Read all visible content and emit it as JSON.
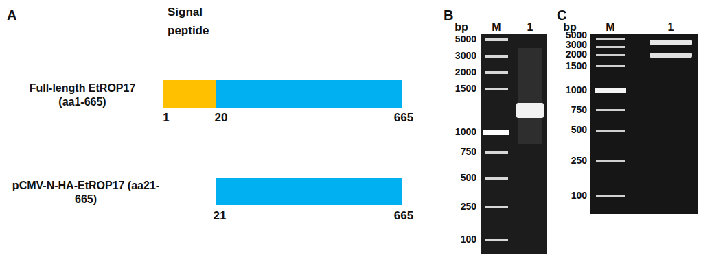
{
  "diagram": {
    "nodes": [
      {
        "text": [
          "Signal peptide"
        ]
      }
    ],
    "labels": [
      "A",
      "B",
      "C",
      "Full-length EtROP17 (aa1-665)",
      "1",
      "20",
      "665",
      "pCMV-N-HA-EtROP17 (aa21-665)",
      "21",
      "665",
      "bp",
      "M",
      "1",
      "5000",
      "3000",
      "2000",
      "1500",
      "1000",
      "750",
      "500",
      "250",
      "100",
      "bp",
      "M",
      "1",
      "5000",
      "3000",
      "2000",
      "1500",
      "1000",
      "750",
      "500",
      "250",
      "100"
    ]
  }
}
